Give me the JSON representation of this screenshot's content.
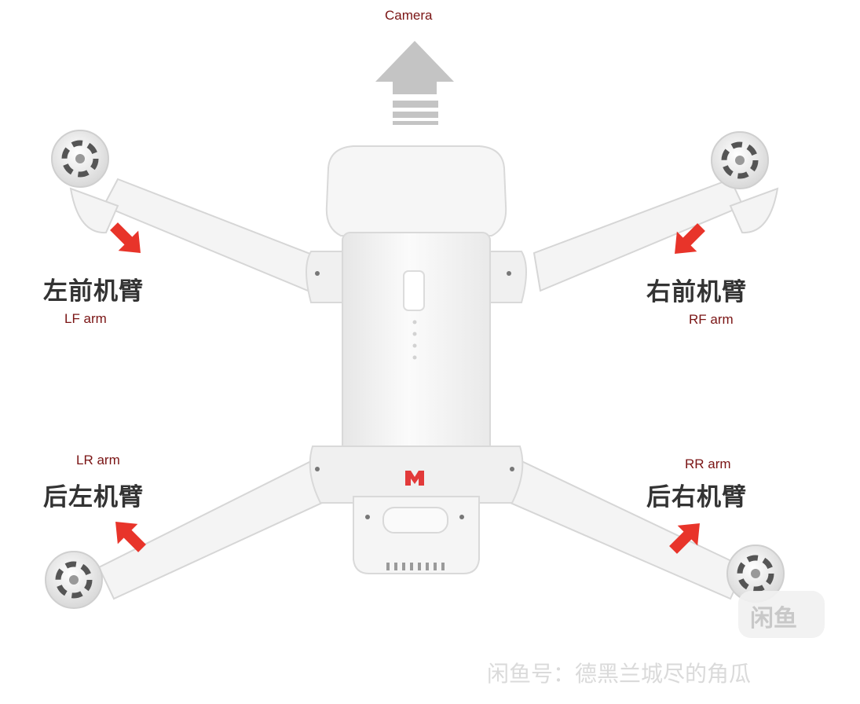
{
  "labels": {
    "camera": "Camera",
    "lf_cn": "左前机臂",
    "lf_en": "LF arm",
    "rf_cn": "右前机臂",
    "rf_en": "RF arm",
    "lr_en": "LR arm",
    "lr_cn": "后左机臂",
    "rr_en": "RR arm",
    "rr_cn": "后右机臂"
  },
  "watermark": {
    "logo": "闲鱼",
    "line": "闲鱼号：德黑兰城尽的角瓜"
  },
  "colors": {
    "arrow_red": "#e8342a",
    "label_red": "#7a1414",
    "camera_arrow": "#c4c4c4",
    "drone_body": "#f3f3f3",
    "outline": "#d9d9d9"
  },
  "icons": [
    "up-arrow-icon",
    "red-arrow-icon",
    "motor-icon",
    "brand-logo-icon"
  ]
}
